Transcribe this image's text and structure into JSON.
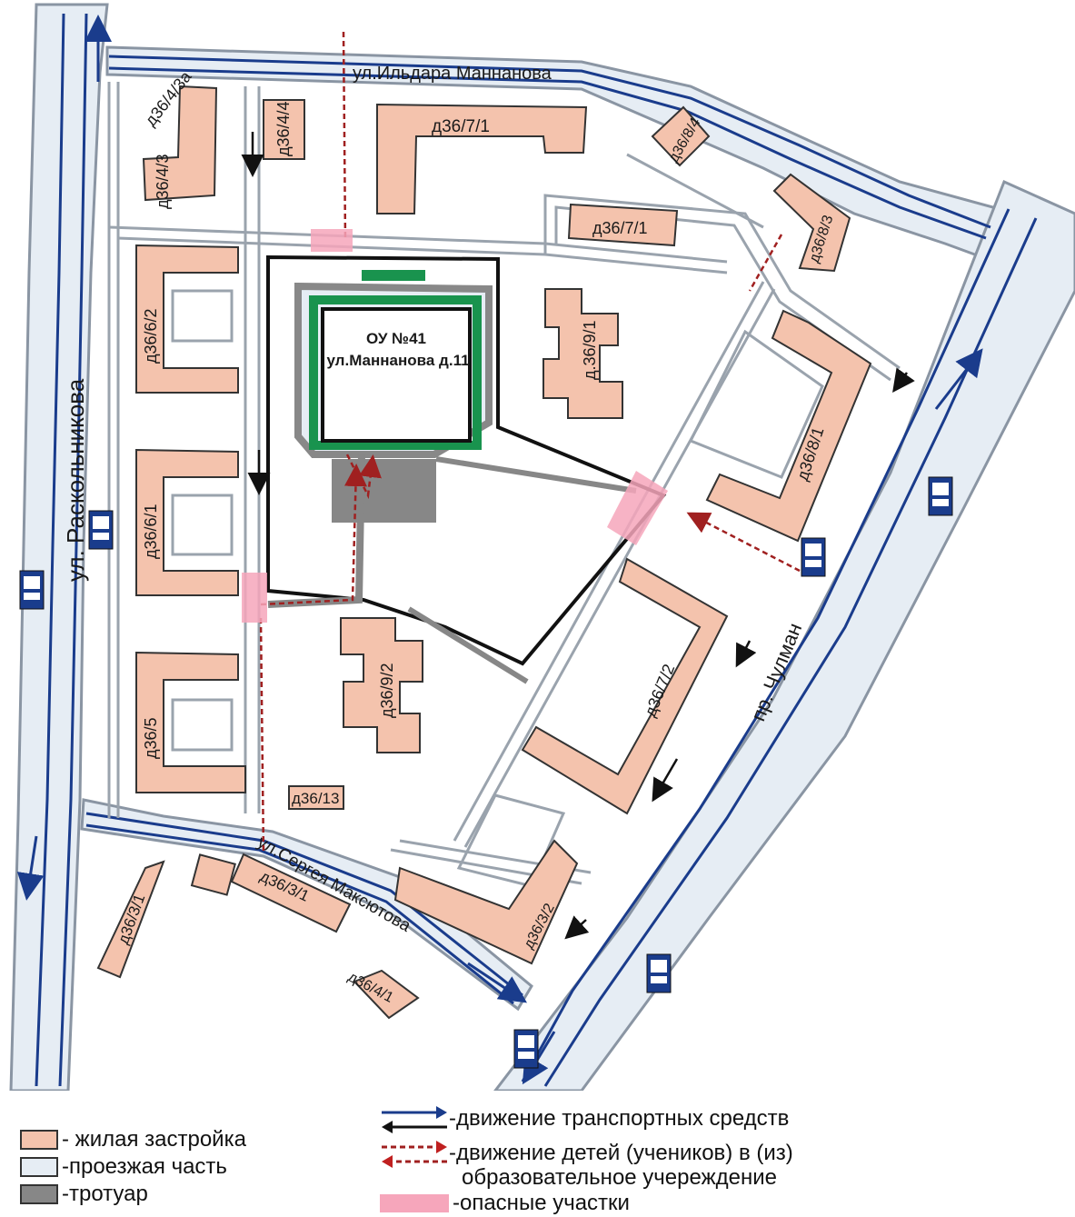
{
  "colors": {
    "residential": "#f4c3ad",
    "roadway": "#e6edf4",
    "sidewalk": "#878787",
    "vehicle_arrow": "#1a3c8c",
    "child_route": "#a02020",
    "danger": "#f6a6bb",
    "green": "#19934e"
  },
  "streets": {
    "raskolnikova": "ул. Раскольникова",
    "mannanova": "ул.Ильдара Маннанова",
    "chulman": "пр. Чулман",
    "maksyutova": "ул.Сергея Максютова"
  },
  "school": {
    "line1": "ОУ №41",
    "line2": "ул.Маннанова д.11"
  },
  "buildings": [
    "д36/4/3а",
    "д36/4/4",
    "д36/7/1",
    "д36/8/4",
    "д36/4/3",
    "д36/7/1",
    "д36/8/3",
    "д36/6/2",
    "д.36/9/1",
    "д36/8/1",
    "д36/6/1",
    "д36/7/2",
    "д36/9/2",
    "д36/5",
    "д36/13",
    "д36/3/1",
    "д36/3/1",
    "д36/3/2",
    "д36/4/1"
  ],
  "legend": {
    "residential": "- жилая застройка",
    "roadway": "-проезжая часть",
    "sidewalk": "-тротуар",
    "vehicles": "-движение транспортных средств",
    "children_line1": "-движение детей (учеников) в (из)",
    "children_line2": "образовательное учереждение",
    "danger": "-опасные участки"
  }
}
